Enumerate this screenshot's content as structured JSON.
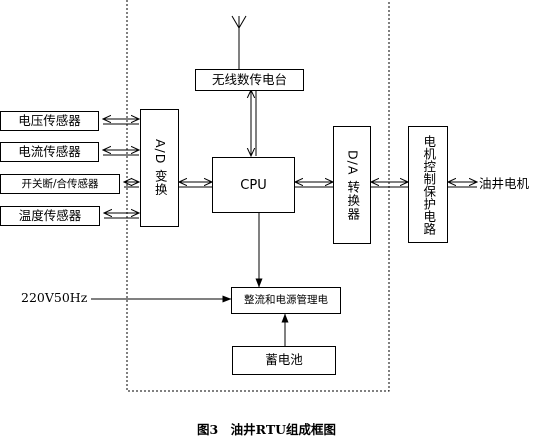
{
  "sensors": [
    {
      "label": "电压传感器"
    },
    {
      "label": "电流传感器"
    },
    {
      "label": "开关断/合传感器"
    },
    {
      "label": "温度传感器"
    }
  ],
  "blocks": {
    "wireless": "无线数传电台",
    "ad": "A/D 变换",
    "cpu": "CPU",
    "da": "D/A 转换器",
    "motor_ctrl": "电机控制保护电路",
    "power_mgmt": "整流和电源管理电",
    "battery": "蓄电池"
  },
  "labels": {
    "power_input": "220V50Hz",
    "output": "油井电机"
  },
  "caption": "图3　油井RTU组成框图"
}
